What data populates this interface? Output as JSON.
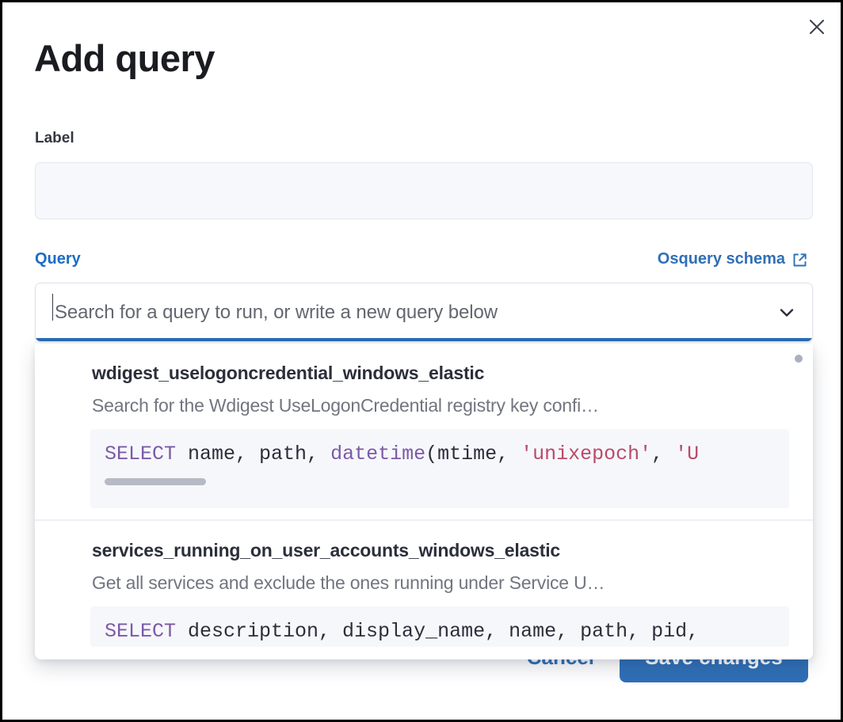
{
  "modal": {
    "title": "Add query",
    "close_icon": "close-icon"
  },
  "label_field": {
    "label": "Label",
    "value": "",
    "placeholder": ""
  },
  "query_field": {
    "label": "Query",
    "schema_link_text": "Osquery schema",
    "schema_link_icon": "external-link-icon",
    "combo_placeholder": "Search for a query to run, or write a new query below",
    "combo_value": "",
    "chevron_icon": "chevron-down-icon"
  },
  "dropdown": {
    "options": [
      {
        "title": "wdigest_uselogoncredential_windows_elastic",
        "description": "Search for the Wdigest UseLogonCredential registry key confi…",
        "code_tokens": [
          {
            "text": "SELECT",
            "type": "keyword"
          },
          {
            "text": " name, path, ",
            "type": "text"
          },
          {
            "text": "datetime",
            "type": "function"
          },
          {
            "text": "(mtime, ",
            "type": "text"
          },
          {
            "text": "'unixepoch'",
            "type": "string"
          },
          {
            "text": ", ",
            "type": "text"
          },
          {
            "text": "'U",
            "type": "string"
          }
        ],
        "code_plain": "SELECT name, path, datetime(mtime, 'unixepoch', 'U",
        "has_hscrollbar": true
      },
      {
        "title": "services_running_on_user_accounts_windows_elastic",
        "description": "Get all services and exclude the ones running under Service U…",
        "code_tokens": [
          {
            "text": "SELECT",
            "type": "keyword"
          },
          {
            "text": " description, display_name, name, path, pid,",
            "type": "text"
          }
        ],
        "code_plain": "SELECT description, display_name, name, path, pid,",
        "has_hscrollbar": false
      }
    ],
    "scrollbar_indicator": "vertical-scrollbar-thumb"
  },
  "footer": {
    "cancel_label": "Cancel",
    "save_label": "Save changes"
  },
  "colors": {
    "accent_blue": "#2f6fb6",
    "link_blue": "#1a6dc7",
    "sql_keyword_purple": "#7c5aa6",
    "sql_string_red": "#ba4a68",
    "code_bg": "#f6f7fb",
    "input_bg": "#f7f8fc",
    "title_text": "#1a1c21",
    "muted_text": "#72757f"
  }
}
